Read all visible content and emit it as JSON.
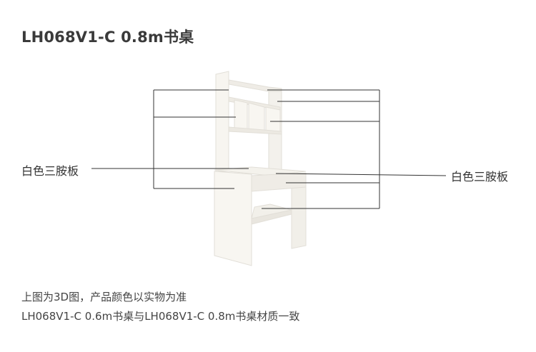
{
  "title": "LH068V1-C 0.8m书桌",
  "labels": {
    "left": "白色三胺板",
    "right": "白色三胺板"
  },
  "caption": {
    "line1": "上图为3D图，产品颜色以实物为准",
    "line2": "LH068V1-C 0.6m书桌与LH068V1-C 0.8m书桌材质一致"
  },
  "colors": {
    "panel": "#f5f3ee",
    "panel_shadow": "#e4e1da",
    "line": "#333333"
  }
}
